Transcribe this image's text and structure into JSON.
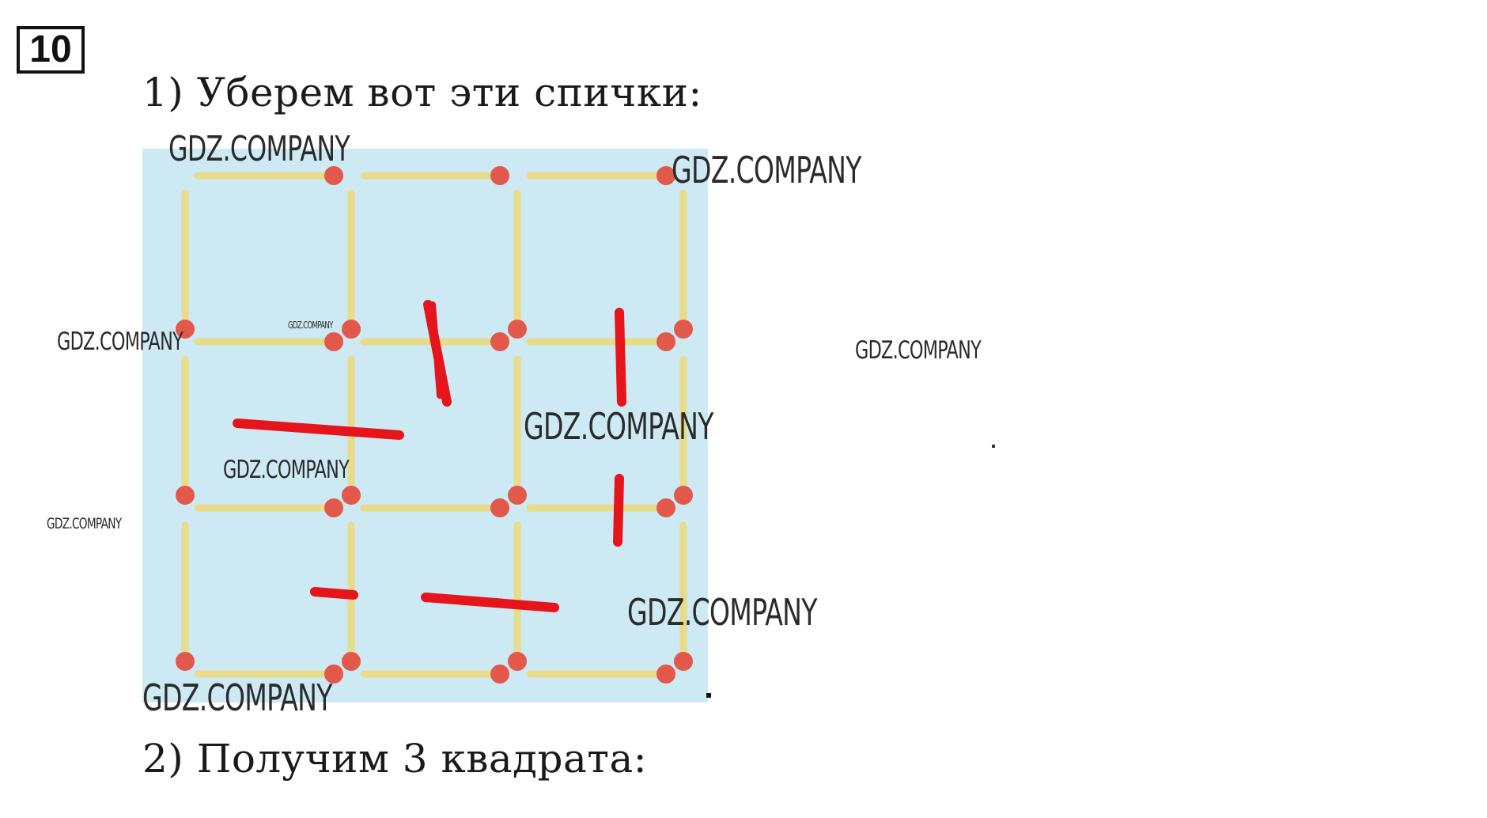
{
  "problem": {
    "number": "10"
  },
  "steps": [
    {
      "text": "1) Уберем вот эти спички:"
    },
    {
      "text": "2) Получим 3 квадрата:"
    }
  ],
  "watermark": {
    "text": "GDZ.COMPANY"
  },
  "colors": {
    "panel_bg": "#cde9f4",
    "match_body": "#e8dc8a",
    "match_head": "#e2584b",
    "mark_red": "#e5151b"
  },
  "figure": {
    "grid": "3x3 squares of matches",
    "removed_match_marks": 7
  }
}
